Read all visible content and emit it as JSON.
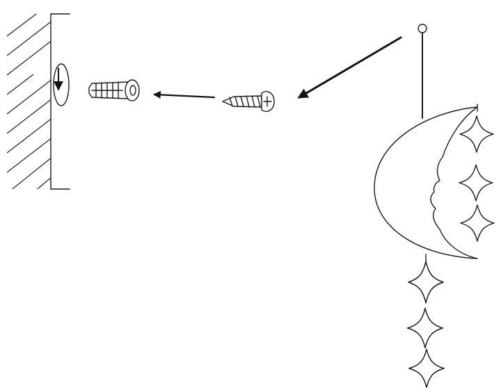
{
  "diagram": {
    "type": "assembly-instruction",
    "parts": [
      "wall",
      "wall-anchor",
      "screw",
      "wind-chime"
    ],
    "steps": [
      "drill-hole-in-wall",
      "insert-anchor",
      "drive-screw-into-anchor",
      "hang-chime-loop-on-screw"
    ],
    "colors": {
      "line": "#1a1a1a",
      "background": "#ffffff"
    },
    "chime": {
      "moon_star_count": 3,
      "tail_star_count": 3
    }
  }
}
